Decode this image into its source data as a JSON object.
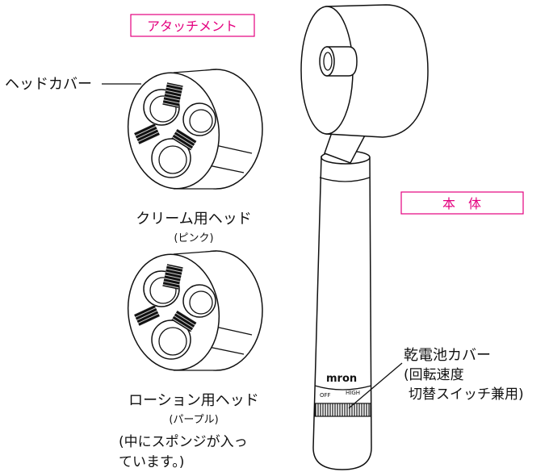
{
  "colors": {
    "accent": "#e4007f",
    "line": "#111111"
  },
  "labels": {
    "attachment": "アタッチメント",
    "head_cover": "ヘッドカバー",
    "cream_head": "クリーム用ヘッド",
    "cream_color": "(ピンク)",
    "lotion_head": "ローション用ヘッド",
    "lotion_color": "(パープル)",
    "lotion_note_1": "(中にスポンジが入っ",
    "lotion_note_2": "ています。)",
    "body": "本　体",
    "battery_cover": "乾電池カバー",
    "battery_note_1": "(回転速度",
    "battery_note_2": "切替スイッチ兼用)"
  },
  "handle": {
    "brand": "mron",
    "switch_off": "OFF",
    "switch_high": "HIGH"
  }
}
